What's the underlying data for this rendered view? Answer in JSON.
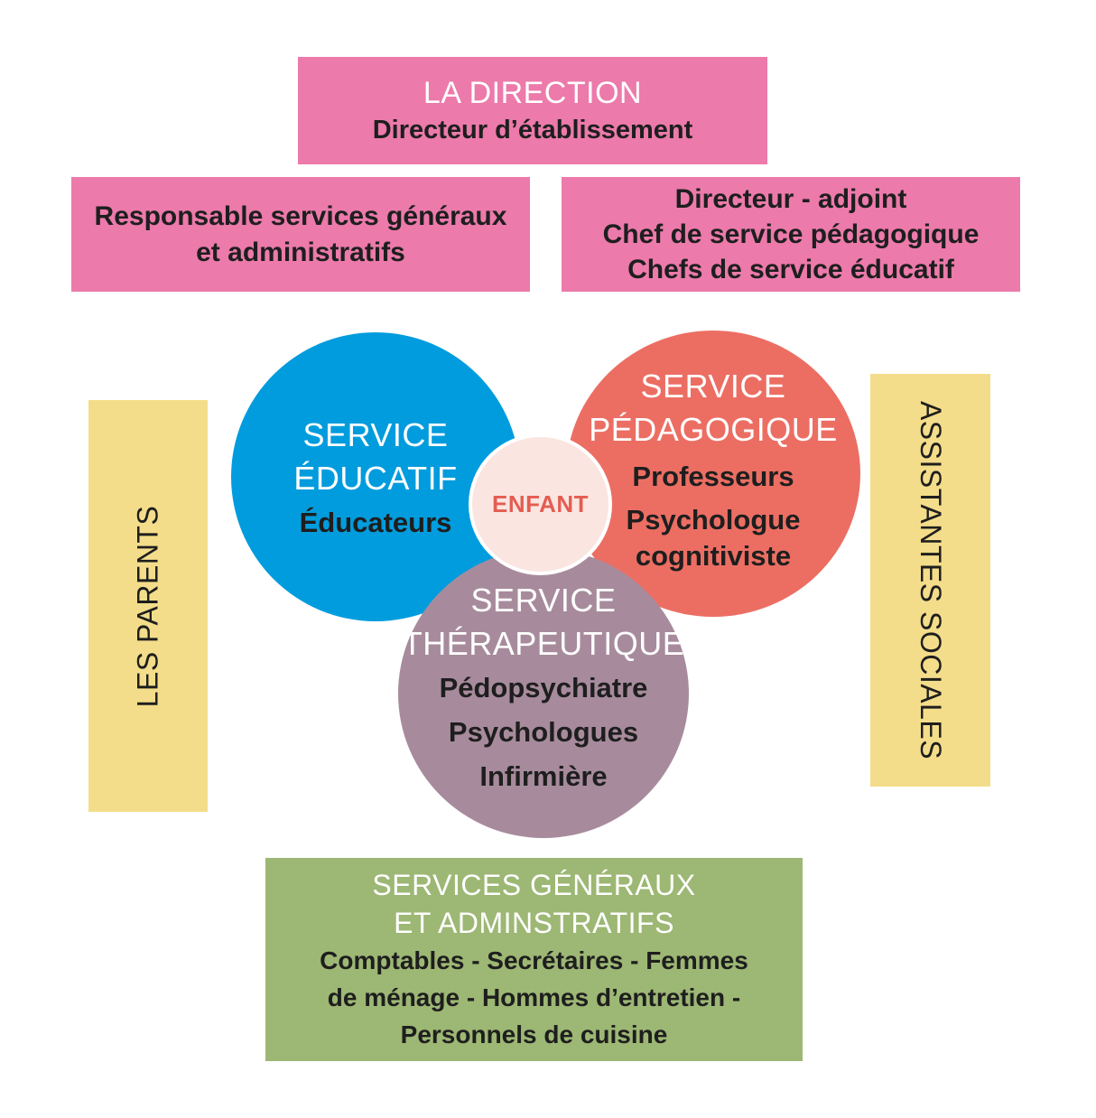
{
  "direction": {
    "title": "LA DIRECTION",
    "subtitle": "Directeur d’établissement"
  },
  "responsable": {
    "line1": "Responsable services généraux",
    "line2": "et administratifs"
  },
  "adjoint": {
    "line1": "Directeur - adjoint",
    "line2": "Chef de service pédagogique",
    "line3": "Chefs de service éducatif"
  },
  "parents": {
    "label": "LES PARENTS"
  },
  "assistantes": {
    "label": "ASSISTANTES SOCIALES"
  },
  "educatif": {
    "title1": "SERVICE",
    "title2": "ÉDUCATIF",
    "member": "Éducateurs"
  },
  "pedagogique": {
    "title1": "SERVICE",
    "title2": "PÉDAGOGIQUE",
    "member1": "Professeurs",
    "member2": "Psychologue",
    "member3": "cognitiviste"
  },
  "therapeutique": {
    "title1": "SERVICE",
    "title2": "THÉRAPEUTIQUE",
    "member1": "Pédopsychiatre",
    "member2": "Psychologues",
    "member3": "Infirmière"
  },
  "enfant": {
    "label": "ENFANT"
  },
  "services_generaux": {
    "title1": "SERVICES GÉNÉRAUX",
    "title2": "ET ADMINSTRATIFS",
    "line1": "Comptables - Secrétaires - Femmes",
    "line2": "de ménage - Hommes d’entretien -",
    "line3": "Personnels de cuisine"
  },
  "colors": {
    "pink": "#ec7aab",
    "yellow": "#f4dd8a",
    "green": "#9db774",
    "blue": "#019cdd",
    "salmon": "#ec6e63",
    "mauve": "#a78b9c",
    "enfant_fill": "#fbe5e0",
    "enfant_text": "#e35d52"
  }
}
